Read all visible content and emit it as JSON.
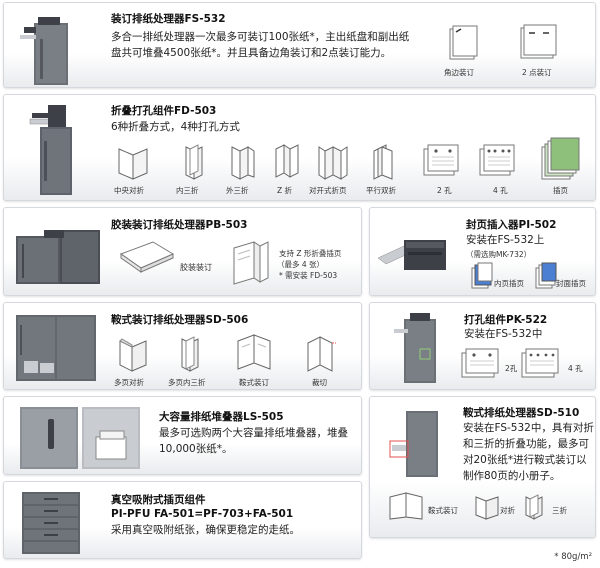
{
  "fs532": {
    "title": "装订排纸处理器FS-532",
    "desc": "多合一排纸处理器一次最多可装订100张纸*，主出纸盘和副出纸盘共可堆叠4500张纸*。并且具备边角装订和2点装订能力。",
    "cap_corner": "角边装订",
    "cap_two": "2 点装订"
  },
  "fd503": {
    "title": "折叠打孔组件FD-503",
    "desc": "6种折叠方式，4种打孔方式",
    "captions": [
      "中央对折",
      "内三折",
      "外三折",
      "Z 折",
      "对开式折页",
      "平行双折",
      "2 孔",
      "4 孔",
      "插页"
    ]
  },
  "pb503": {
    "title": "胶装装订排纸处理器PB-503",
    "cap_glue": "胶装装订",
    "note1": "支持 Z 形折叠插页",
    "note2": "（最多 4 张）",
    "note3": "* 需安装 FD-503"
  },
  "pi502": {
    "title": "封页插入器PI-502",
    "desc": "安装在FS-532上",
    "sub": "（需选购MK-732）",
    "cap_inner": "内页插页",
    "cap_cover": "封面插页"
  },
  "sd506": {
    "title": "鞍式装订排纸处理器SD-506",
    "captions": [
      "多页对折",
      "多页内三折",
      "鞍式装订",
      "裁切"
    ]
  },
  "pk522": {
    "title": "打孔组件PK-522",
    "desc": "安装在FS-532中",
    "cap_two": "2孔",
    "cap_four": "4 孔"
  },
  "ls505": {
    "title": "大容量排纸堆叠器LS-505",
    "desc": "最多可选购两个大容量排纸堆叠器，堆叠10,000张纸*。"
  },
  "sd510": {
    "title": "鞍式排纸处理器SD-510",
    "desc": "安装在FS-532中，具有对折和三折的折叠功能，最多可对20张纸*进行鞍式装订以制作80页的小册子。",
    "captions": [
      "鞍式装订",
      "对折",
      "三折"
    ]
  },
  "pifpu": {
    "title": "真空吸附式插页组件",
    "model": "PI-PFU FA-501=PF-703+FA-501",
    "desc": "采用真空吸附纸张，确保更稳定的走纸。"
  },
  "footnote": "* 80g/m²",
  "colors": {
    "machine_dark": "#3d4046",
    "machine_mid": "#6b6f76",
    "machine_light": "#c9ccd1",
    "highlight_blue": "#4a7fd1",
    "highlight_green": "#8ec07c",
    "highlight_red": "#e05050"
  }
}
